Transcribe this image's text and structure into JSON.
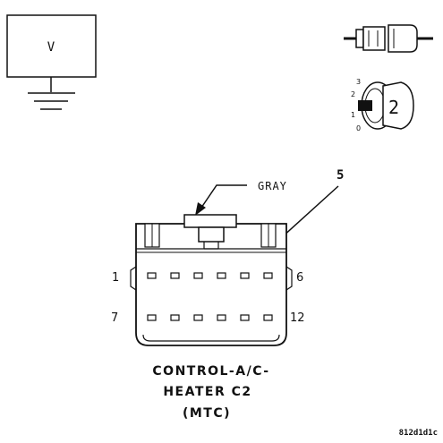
{
  "meter": {
    "unit_label": "V"
  },
  "probe_legend": {
    "scale_marks": [
      "3",
      "2",
      "1",
      "0"
    ],
    "probe_number": "2"
  },
  "connector": {
    "wire_color_label": "GRAY",
    "callout_number": "5",
    "pin_labels": {
      "top_left": "1",
      "top_right": "6",
      "bottom_left": "7",
      "bottom_right": "12"
    },
    "title_lines": [
      "CONTROL-A/C-",
      "HEATER C2",
      "(MTC)"
    ]
  },
  "figure_code": "812d1d1c"
}
